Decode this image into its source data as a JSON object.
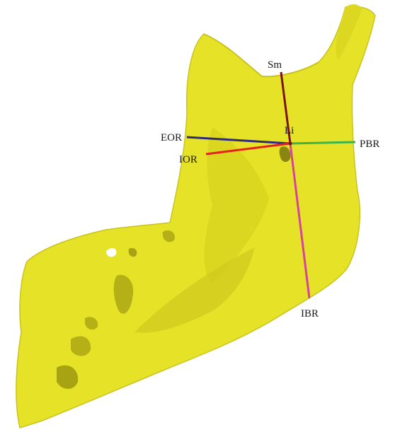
{
  "figure": {
    "colors": {
      "bone": "#e6e228",
      "bone_shadow": "#c9c41c",
      "bone_dark": "#a8a313",
      "background": "#ffffff"
    },
    "landmark": {
      "label": "Li"
    },
    "lines": [
      {
        "id": "sm",
        "label": "Sm",
        "color": "#7a1212"
      },
      {
        "id": "eor",
        "label": "EOR",
        "color": "#2d2a7a"
      },
      {
        "id": "ior",
        "label": "IOR",
        "color": "#e8201c"
      },
      {
        "id": "pbr",
        "label": "PBR",
        "color": "#3fb34a"
      },
      {
        "id": "ibr",
        "label": "IBR",
        "color": "#d6439a"
      }
    ]
  }
}
